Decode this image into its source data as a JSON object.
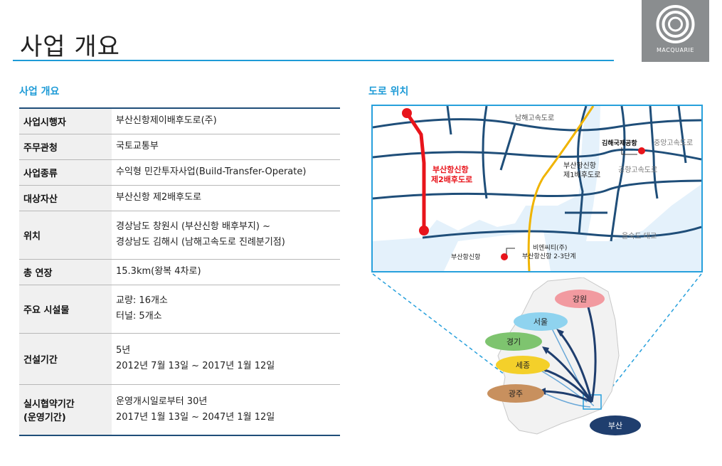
{
  "page": {
    "title": "사업 개요",
    "logo_text": "MACQUARIE"
  },
  "overview": {
    "section_label": "사업 개요",
    "rows": [
      {
        "key": "사업시행자",
        "lines": [
          "부산신항제이배후도로(주)"
        ]
      },
      {
        "key": "주무관청",
        "lines": [
          "국토교통부"
        ]
      },
      {
        "key": "사업종류",
        "lines": [
          "수익형 민간투자사업(Build-Transfer-Operate)"
        ]
      },
      {
        "key": "대상자산",
        "lines": [
          "부산신항 제2배후도로"
        ]
      },
      {
        "key": "위치",
        "lines": [
          "경상남도 창원시 (부산신항 배후부지) ~",
          "경상남도 김해시 (남해고속도로 진례분기점)"
        ]
      },
      {
        "key": "총 연장",
        "lines": [
          "15.3km(왕복 4차로)"
        ]
      },
      {
        "key": "주요 시설물",
        "lines": [
          "교량: 16개소",
          "터널: 5개소"
        ]
      },
      {
        "key": "건설기간",
        "lines": [
          "5년",
          "2012년 7월 13일 ~ 2017년 1월 12일"
        ]
      },
      {
        "key": "실시협약기간\n(운영기간)",
        "key_lines": [
          "실시협약기간",
          "(운영기간)"
        ],
        "lines": [
          "운영개시일로부터 30년",
          "2017년 1월 13일 ~ 2047년 1월 12일"
        ]
      }
    ]
  },
  "road_location": {
    "section_label": "도로 위치",
    "labels": {
      "namhae_expressway": "남해고속도로",
      "gimhae_airport": "김해국제공항",
      "jungang_expressway": "중앙고속도로",
      "airport_expressway": "공항고속도로",
      "first_road": "부산항신항\n제1배후도로",
      "first_road_line1": "부산항신항",
      "first_road_line2": "제1배후도로",
      "second_road_line1": "부산항신항",
      "second_road_line2": "제2배후도로",
      "eulsukdo_bridge": "을숙도 대교",
      "busan_port": "부산항신항",
      "bns_city_line1": "비엔씨티(주)",
      "bns_city_line2": "부산항신항 2-3단계"
    },
    "colors": {
      "water": "#e4f1fb",
      "land": "#ffffff",
      "highway": "#1f4e79",
      "second_road": "#e8141b",
      "first_road": "#f0b400",
      "border": "#27a0dc"
    }
  },
  "korea_map": {
    "regions": [
      {
        "name": "강원",
        "color": "#f29aa0"
      },
      {
        "name": "서울",
        "color": "#8fd3ef"
      },
      {
        "name": "경기",
        "color": "#7ec46f"
      },
      {
        "name": "세종",
        "color": "#f4d02a"
      },
      {
        "name": "광주",
        "color": "#c8905e"
      },
      {
        "name": "부산",
        "color": "#1f3e6e"
      }
    ]
  }
}
